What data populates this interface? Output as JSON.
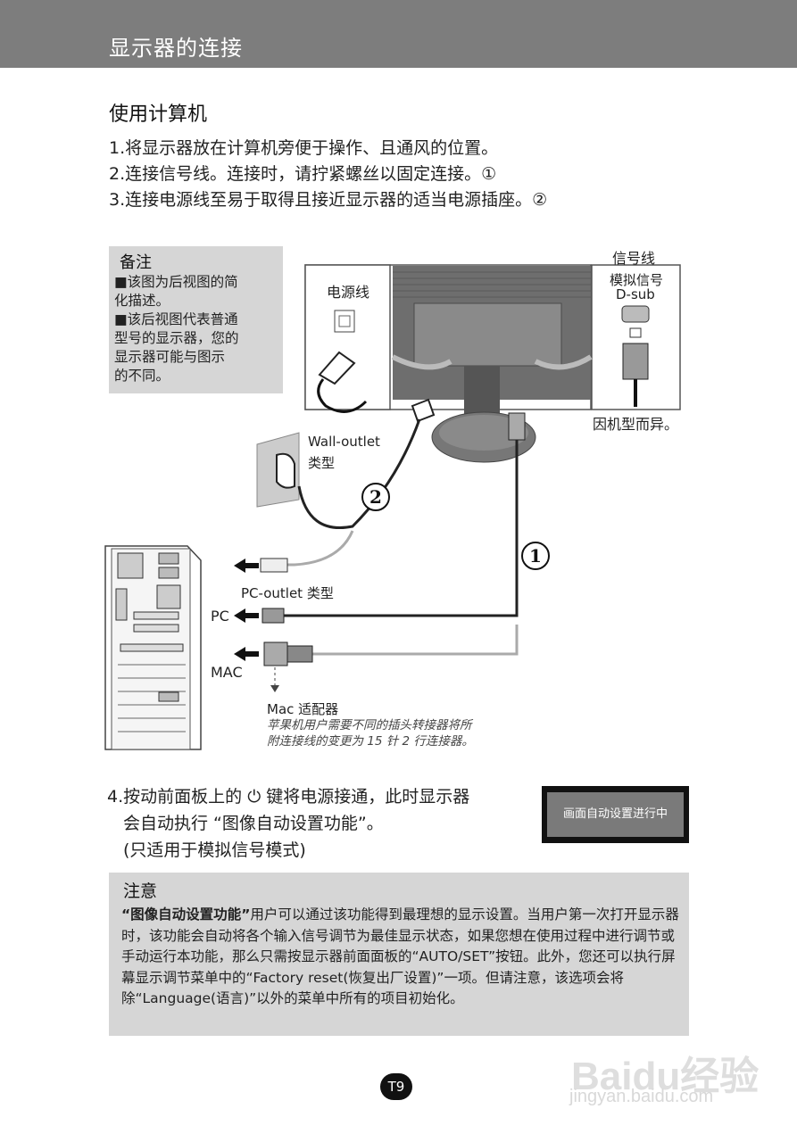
{
  "header": {
    "title": "显示器的连接"
  },
  "section": {
    "title": "使用计算机"
  },
  "steps": [
    "1.将显示器放在计算机旁便于操作、且通风的位置。",
    "2.连接信号线。连接时，请拧紧螺丝以固定连接。①",
    "3.连接电源线至易于取得且接近显示器的适当电源插座。②"
  ],
  "note": {
    "title": "备注",
    "items": [
      [
        "■该图为后视图的简",
        "  化描述。"
      ],
      [
        "■该后视图代表普通",
        "  型号的显示器，您的",
        "  显示器可能与图示",
        "  的不同。"
      ]
    ]
  },
  "diagram": {
    "power_cord": "电源线",
    "signal_cable": "信号线",
    "analog_signal": "模拟信号",
    "dsub": "D-sub",
    "model_varies": "因机型而异。",
    "wall_outlet": "Wall-outlet",
    "wall_outlet_type": "类型",
    "pc_outlet": "PC-outlet 类型",
    "pc": "PC",
    "mac": "MAC",
    "mac_adapter": "Mac 适配器",
    "mac_note_1": "苹果机用户需要不同的插头转接器将所",
    "mac_note_2": "附连接线的变更为 15 针 2 行连接器。",
    "marker_1": "1",
    "marker_2": "2"
  },
  "step4": {
    "line1_a": "4.按动前面板上的",
    "power_symbol": "⏻",
    "line1_b": "键将电源接通，此时显示器",
    "line2": "会自动执行 “图像自动设置功能”。",
    "line3": "(只适用于模拟信号模式)"
  },
  "osd": {
    "text": "画面自动设置进行中"
  },
  "caution": {
    "title": "注意",
    "body_bold": "“图像自动设置功能”",
    "body": "用户可以通过该功能得到最理想的显示设置。当用户第一次打开显示器时，该功能会自动将各个输入信号调节为最佳显示状态，如果您想在使用过程中进行调节或手动运行本功能，那么只需按显示器前面面板的“AUTO/SET”按钮。此外，您还可以执行屏幕显示调节菜单中的“Factory reset(恢复出厂设置)”一项。但请注意，该选项会将除“Language(语言)”以外的菜单中所有的项目初始化。"
  },
  "page_number": "T9",
  "watermark": {
    "brand": "Baidu经验",
    "url": "jingyan.baidu.com"
  }
}
